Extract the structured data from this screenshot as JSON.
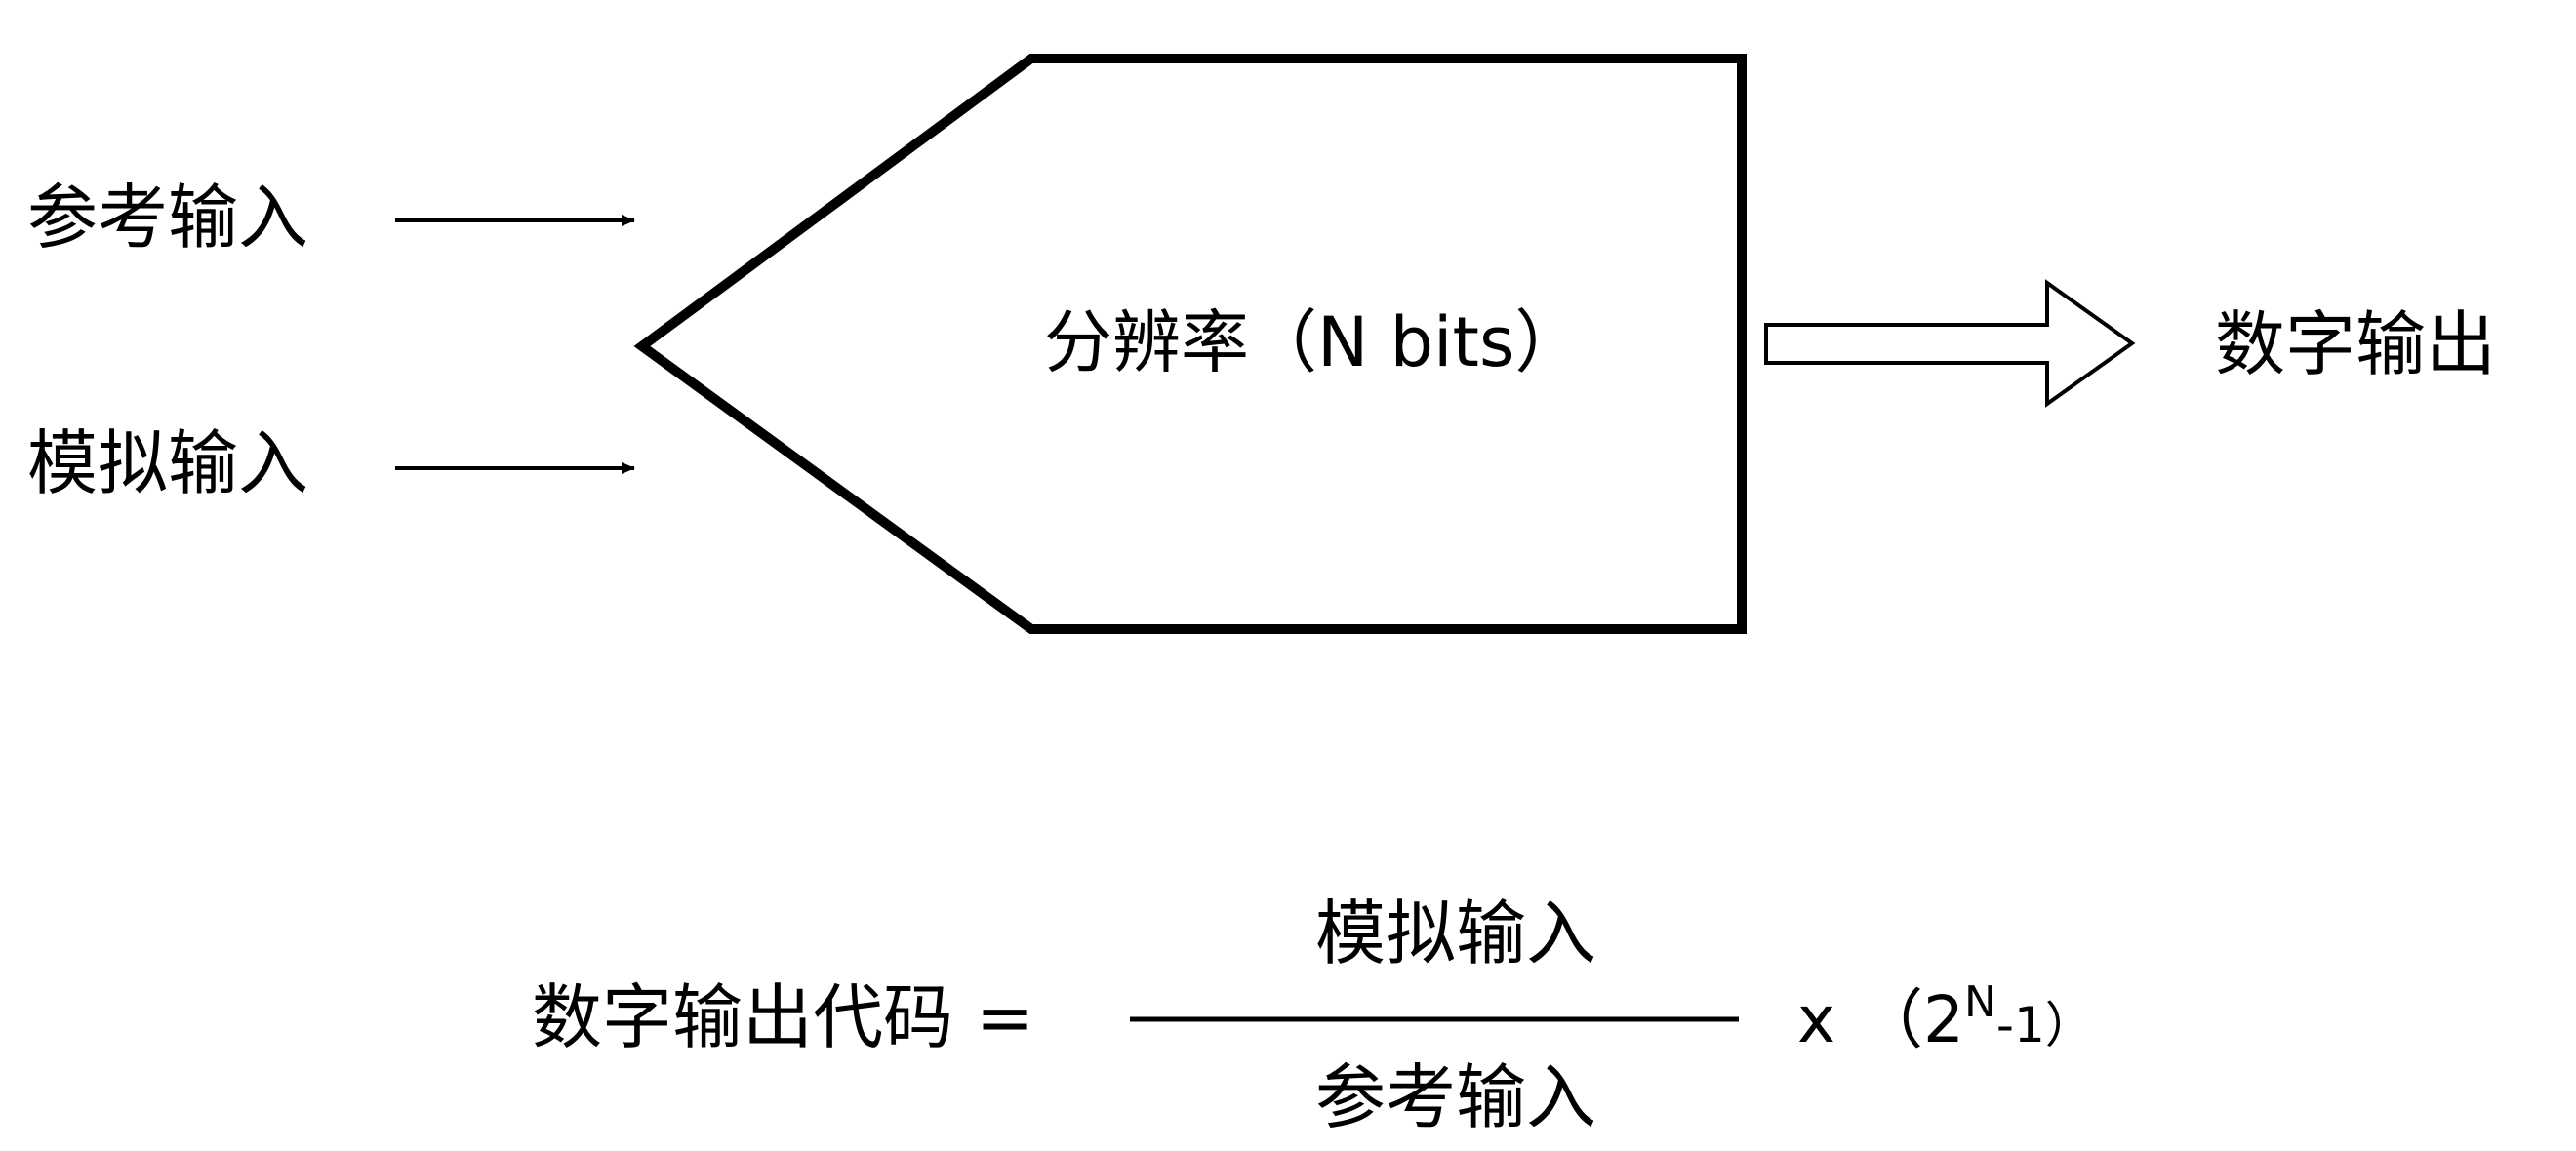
{
  "inputs": {
    "reference_label": "参考输入",
    "analog_label": "模拟输入"
  },
  "adc_block": {
    "label": "分辨率（N bits）"
  },
  "output": {
    "label": "数字输出"
  },
  "formula": {
    "lhs": "数字输出代码 =",
    "numerator": "模拟输入",
    "denominator": "参考输入",
    "times": "x",
    "factor_open": "（2",
    "factor_exp": "N",
    "factor_close": "-1）"
  }
}
